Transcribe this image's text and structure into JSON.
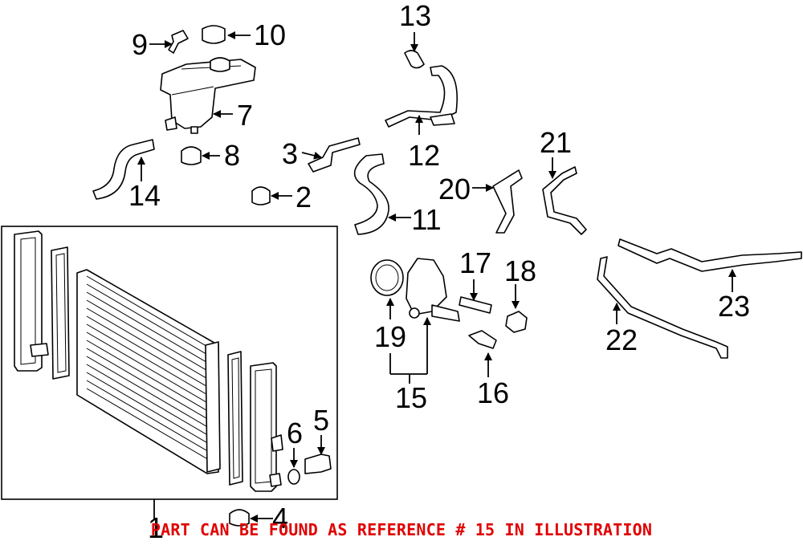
{
  "colors": {
    "line": "#000000",
    "note": "#e00000",
    "background": "#ffffff",
    "radiator_fill": "#ffffff"
  },
  "callouts": [
    "1",
    "2",
    "3",
    "4",
    "5",
    "6",
    "7",
    "8",
    "9",
    "10",
    "11",
    "12",
    "13",
    "14",
    "15",
    "16",
    "17",
    "18",
    "19",
    "20",
    "21",
    "22",
    "23"
  ],
  "footer_note": "PART CAN BE FOUND AS REFERENCE # 15 IN ILLUSTRATION"
}
